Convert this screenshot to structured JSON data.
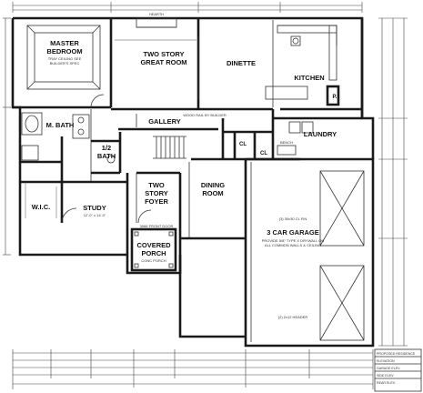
{
  "rooms": {
    "master_bedroom": [
      "MASTER",
      "BEDROOM"
    ],
    "great_room": [
      "TWO STORY",
      "GREAT ROOM"
    ],
    "dinette": "DINETTE",
    "kitchen": "KITCHEN",
    "gallery": "GALLERY",
    "laundry": "LAUNDRY",
    "m_bath": "M. BATH",
    "half_bath": [
      "1/2",
      "BATH"
    ],
    "wic": "W.I.C.",
    "study": "STUDY",
    "foyer": [
      "TWO",
      "STORY",
      "FOYER"
    ],
    "dining": [
      "DINING",
      "ROOM"
    ],
    "garage": "3 CAR GARAGE",
    "porch": [
      "COVERED",
      "PORCH"
    ],
    "closet_labels": [
      "CL",
      "CL",
      "P."
    ]
  },
  "notes": {
    "master_ceiling": [
      "TRAY CEILING SEE",
      "BUILDER'S SPEC"
    ],
    "hearth": "HEARTH",
    "bench": "BENCH",
    "gallery_note": "WOOD RAIL BY BUILDER",
    "garage_ceiling": "(3) 30x30 CL FIN",
    "garage_walls": [
      "PROVIDE 5/8\" TYPE X DRYWALL ON",
      "ALL COMMON WALLS & CEILING"
    ],
    "garage_header": "(2) 2x12 HEADER",
    "porch_note": "CONC PORCH",
    "foyer_note": "3068 FRONT DOOR",
    "study_note": "12'-0\" x 14'-0\"",
    "bench_note": "BENCH",
    "title_block": [
      "PROPOSED RESIDENCE",
      "ELEVATION",
      "GARAGE ELEV.",
      "SIDE ELEV.",
      "REAR ELEV."
    ]
  }
}
